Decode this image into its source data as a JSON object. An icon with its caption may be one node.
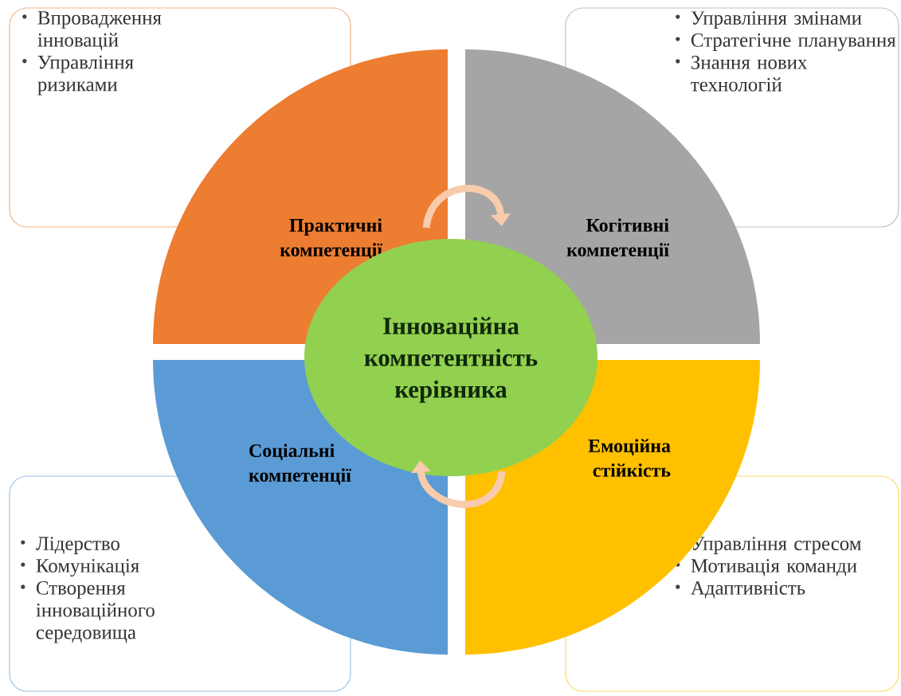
{
  "diagram": {
    "nodes": [
      {
        "text": [
          "Практичні компетенції"
        ]
      },
      {
        "text": [
          "Когітивні компетенції"
        ]
      },
      {
        "text": [
          "Соціальні компетенції"
        ]
      },
      {
        "text": [
          "Емоційна стійкість"
        ]
      },
      {
        "text": [
          "Інноваційна компетентність керівника"
        ]
      },
      {
        "text": [
          "Впровадження інновацій",
          "Управління ризиками"
        ]
      },
      {
        "text": [
          "Управління змінами",
          "Стратегічне планування",
          "Знання нових технологій"
        ]
      },
      {
        "text": [
          "Лідерство",
          "Комунікація",
          "Створення інноваційного середовища"
        ]
      },
      {
        "text": [
          "Управління стресом",
          "Мотивація команди",
          "Адаптивність"
        ]
      }
    ],
    "edges": [
      {
        "from": 0,
        "to": 1,
        "arrow": "to"
      },
      {
        "from": 3,
        "to": 2,
        "arrow": "to"
      }
    ]
  }
}
